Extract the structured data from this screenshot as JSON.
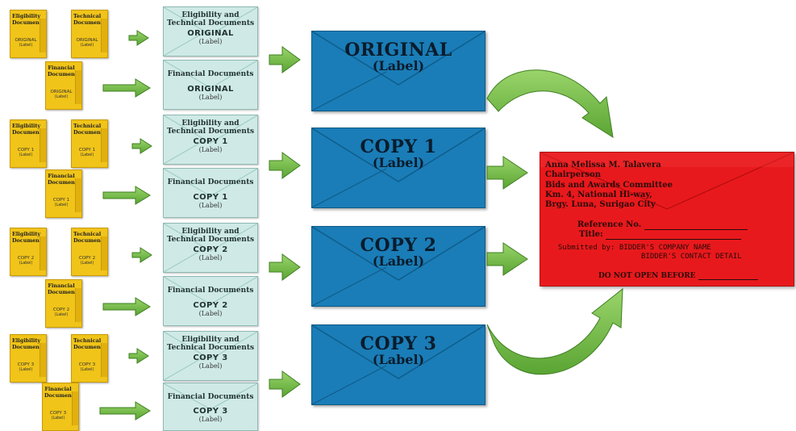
{
  "folder_labels": {
    "eligibility": "Eligibility Documents",
    "technical": "Technical Documents",
    "financial": "Financial Documents",
    "label": "(Label)"
  },
  "sets": [
    {
      "copy": "ORIGINAL",
      "title": "ORIGINAL"
    },
    {
      "copy": "COPY 1",
      "title": "COPY 1"
    },
    {
      "copy": "COPY 2",
      "title": "COPY 2"
    },
    {
      "copy": "COPY 3",
      "title": "COPY 3"
    }
  ],
  "envelope_labels": {
    "eligibility_technical": "Eligibility and Technical Documents",
    "financial": "Financial Documents",
    "label": "(Label)"
  },
  "address": {
    "name": "Anna Melissa M. Talavera",
    "position": "Chairperson",
    "committee": "Bids and Awards Committee",
    "street": "Km. 4, National Hi-way,",
    "city": "Brgy. Luna, Surigao City"
  },
  "reference_label": "Reference No.",
  "title_label": "Title:",
  "submitted_by_label": "Submitted by:",
  "bidder_company": "BIDDER'S COMPANY NAME",
  "bidder_contact": "BIDDER'S CONTACT DETAIL",
  "do_not_open": "DO NOT OPEN BEFORE",
  "colors": {
    "folder": "#f0c419",
    "small_envelope": "#cfeae6",
    "blue_envelope": "#1a7db7",
    "red_envelope": "#e8191c",
    "arrow": "#79c34b"
  }
}
